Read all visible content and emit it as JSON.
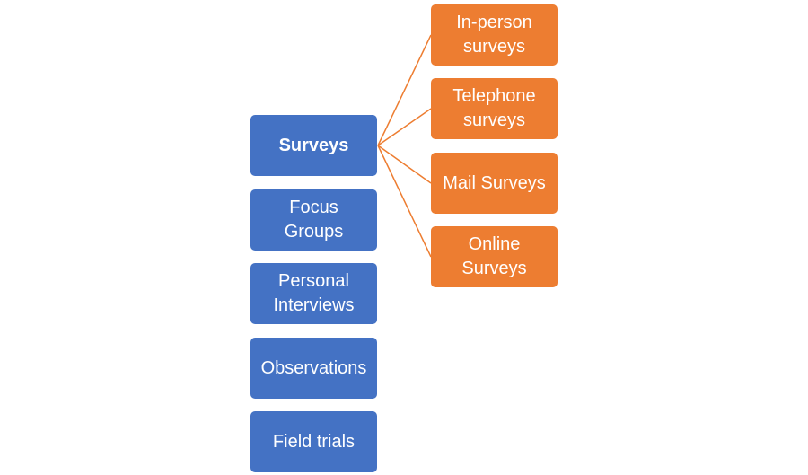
{
  "methods": [
    {
      "label": "Surveys"
    },
    {
      "label": "Focus Groups"
    },
    {
      "label": "Personal Interviews"
    },
    {
      "label": "Observations"
    },
    {
      "label": "Field trials"
    }
  ],
  "survey_types": [
    {
      "label": "In-person surveys"
    },
    {
      "label": "Telephone surveys"
    },
    {
      "label": "Mail Surveys"
    },
    {
      "label": "Online Surveys"
    }
  ],
  "colors": {
    "method_box": "#4472c4",
    "survey_type_box": "#ed7d31",
    "connector": "#ed7d31",
    "text": "#ffffff"
  }
}
